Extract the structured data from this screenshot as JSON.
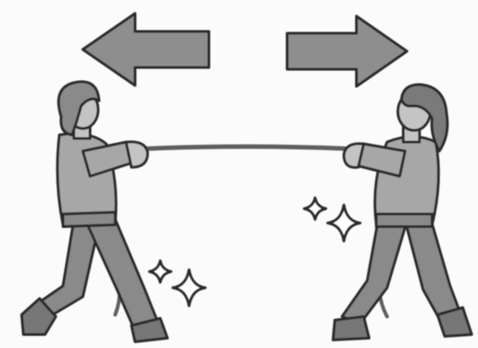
{
  "scene": {
    "kind": "illustration",
    "palette": {
      "background": "#fbfbfb",
      "arrow_fill": "#8e8e8e",
      "shirt_fill": "#a7a7a7",
      "skin_fill": "#c4c4c4",
      "pants_fill": "#8a8a8a",
      "outline": "#2a2a2a",
      "rope": "#5e5e5e",
      "shoe_fill": "#777777"
    },
    "figures": [
      {
        "name": "left-person",
        "icon": "person-pulling-icon"
      },
      {
        "name": "right-person",
        "icon": "person-pulling-icon"
      }
    ],
    "arrows": [
      {
        "name": "left-arrow",
        "direction": "left"
      },
      {
        "name": "right-arrow",
        "direction": "right"
      }
    ],
    "sparkles": [
      {
        "name": "sparkle-group-left"
      },
      {
        "name": "sparkle-group-right"
      }
    ]
  }
}
